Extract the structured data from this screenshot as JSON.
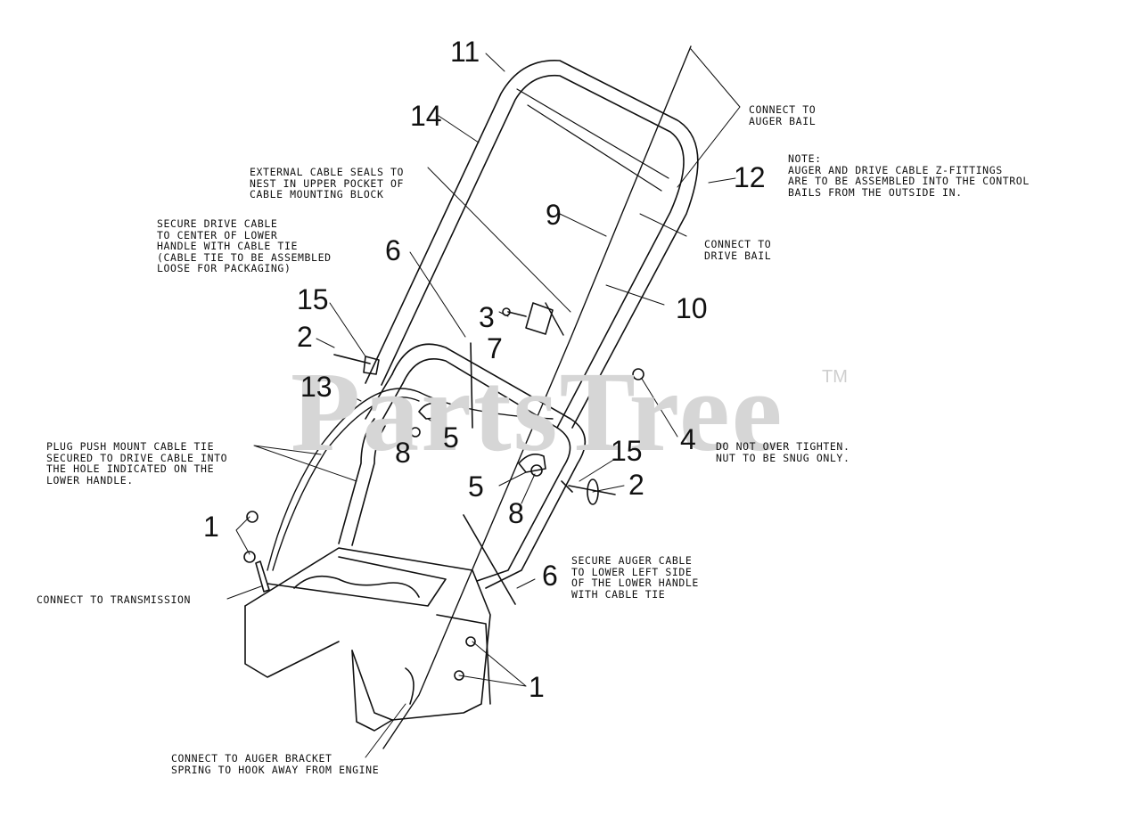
{
  "watermark": {
    "brand": "PartsTree",
    "trademark": "TM"
  },
  "notes": {
    "connect_auger_bail": "CONNECT TO\nAUGER BAIL",
    "zfitting_note": "NOTE:\nAUGER AND DRIVE CABLE Z-FITTINGS\nARE TO BE ASSEMBLED INTO THE CONTROL\nBAILS FROM THE OUTSIDE IN.",
    "external_seals": "EXTERNAL CABLE SEALS TO\nNEST IN UPPER POCKET OF\nCABLE MOUNTING BLOCK",
    "connect_drive_bail": "CONNECT TO\nDRIVE BAIL",
    "secure_drive_cable": "SECURE DRIVE CABLE\nTO CENTER OF LOWER\nHANDLE WITH CABLE TIE\n(CABLE TIE TO BE ASSEMBLED\nLOOSE FOR PACKAGING)",
    "plug_push_mount": "PLUG PUSH MOUNT CABLE TIE\nSECURED TO DRIVE CABLE INTO\nTHE HOLE INDICATED ON THE\nLOWER HANDLE.",
    "do_not_overtighten": "DO NOT OVER TIGHTEN.\nNUT TO BE SNUG ONLY.",
    "secure_auger_cable": "SECURE AUGER CABLE\nTO LOWER LEFT SIDE\nOF THE LOWER HANDLE\nWITH CABLE TIE",
    "connect_transmission": "CONNECT TO TRANSMISSION",
    "connect_auger_bracket": "CONNECT TO AUGER BRACKET\nSPRING TO HOOK AWAY FROM ENGINE"
  },
  "callouts": [
    "11",
    "14",
    "12",
    "9",
    "6",
    "15",
    "3",
    "2",
    "7",
    "10",
    "13",
    "4",
    "5",
    "8",
    "15",
    "2",
    "5",
    "8",
    "1",
    "6",
    "1"
  ]
}
